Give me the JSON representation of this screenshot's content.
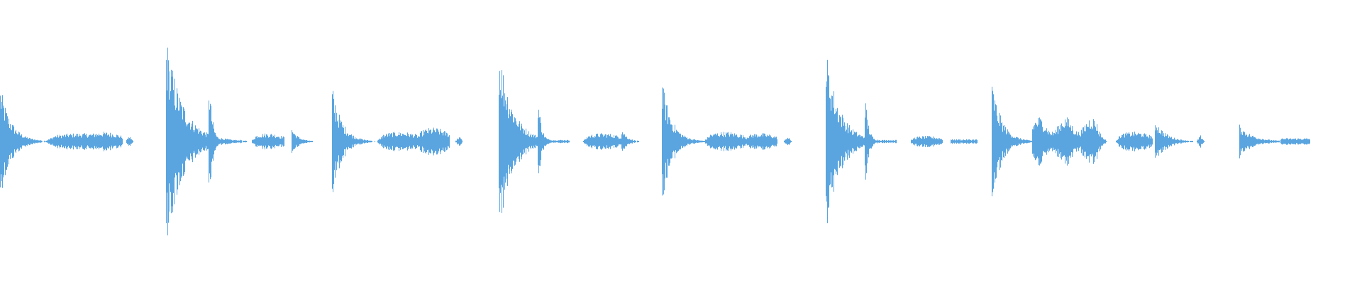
{
  "waveform": {
    "color": "#5aa5e0",
    "background": "#ffffff",
    "events": [
      {
        "type": "hit",
        "t": 0.0,
        "amp": 0.2,
        "decay": 0.02
      },
      {
        "type": "swell",
        "t": 0.032,
        "len": 0.055,
        "amp": 0.03
      },
      {
        "type": "swell",
        "t": 0.062,
        "len": 0.028,
        "amp": 0.035
      },
      {
        "type": "blip",
        "t": 0.095,
        "amp": 0.02
      },
      {
        "type": "hit",
        "t": 0.122,
        "amp": 0.38,
        "decay": 0.03
      },
      {
        "type": "hit",
        "t": 0.153,
        "amp": 0.25,
        "decay": 0.006
      },
      {
        "type": "tail",
        "t": 0.158,
        "len": 0.02,
        "amp": 0.006
      },
      {
        "type": "swell",
        "t": 0.184,
        "len": 0.025,
        "amp": 0.03
      },
      {
        "type": "hit",
        "t": 0.214,
        "amp": 0.05,
        "decay": 0.012
      },
      {
        "type": "hit",
        "t": 0.244,
        "amp": 0.2,
        "decay": 0.018
      },
      {
        "type": "swell",
        "t": 0.276,
        "len": 0.034,
        "amp": 0.035
      },
      {
        "type": "swell",
        "t": 0.305,
        "len": 0.025,
        "amp": 0.05
      },
      {
        "type": "blip",
        "t": 0.337,
        "amp": 0.018
      },
      {
        "type": "hit",
        "t": 0.366,
        "amp": 0.35,
        "decay": 0.025
      },
      {
        "type": "hit",
        "t": 0.395,
        "amp": 0.18,
        "decay": 0.006
      },
      {
        "type": "tail",
        "t": 0.4,
        "len": 0.018,
        "amp": 0.006
      },
      {
        "type": "swell",
        "t": 0.427,
        "len": 0.03,
        "amp": 0.03
      },
      {
        "type": "hit",
        "t": 0.456,
        "amp": 0.05,
        "decay": 0.01
      },
      {
        "type": "hit",
        "t": 0.486,
        "amp": 0.22,
        "decay": 0.018
      },
      {
        "type": "swell",
        "t": 0.516,
        "len": 0.032,
        "amp": 0.035
      },
      {
        "type": "swell",
        "t": 0.545,
        "len": 0.026,
        "amp": 0.03
      },
      {
        "type": "blip",
        "t": 0.578,
        "amp": 0.018
      },
      {
        "type": "hit",
        "t": 0.606,
        "amp": 0.33,
        "decay": 0.025
      },
      {
        "type": "hit",
        "t": 0.635,
        "amp": 0.18,
        "decay": 0.006
      },
      {
        "type": "tail",
        "t": 0.64,
        "len": 0.018,
        "amp": 0.006
      },
      {
        "type": "swell",
        "t": 0.667,
        "len": 0.025,
        "amp": 0.02
      },
      {
        "type": "tail",
        "t": 0.698,
        "len": 0.02,
        "amp": 0.008
      },
      {
        "type": "hit",
        "t": 0.728,
        "amp": 0.22,
        "decay": 0.018
      },
      {
        "type": "dense",
        "t": 0.758,
        "len": 0.055,
        "amp": 0.09
      },
      {
        "type": "swell",
        "t": 0.818,
        "len": 0.028,
        "amp": 0.035
      },
      {
        "type": "hit",
        "t": 0.848,
        "amp": 0.08,
        "decay": 0.02
      },
      {
        "type": "blip",
        "t": 0.881,
        "amp": 0.022
      },
      {
        "type": "hit",
        "t": 0.91,
        "amp": 0.06,
        "decay": 0.025
      },
      {
        "type": "tail",
        "t": 0.94,
        "len": 0.022,
        "amp": 0.012
      }
    ]
  }
}
